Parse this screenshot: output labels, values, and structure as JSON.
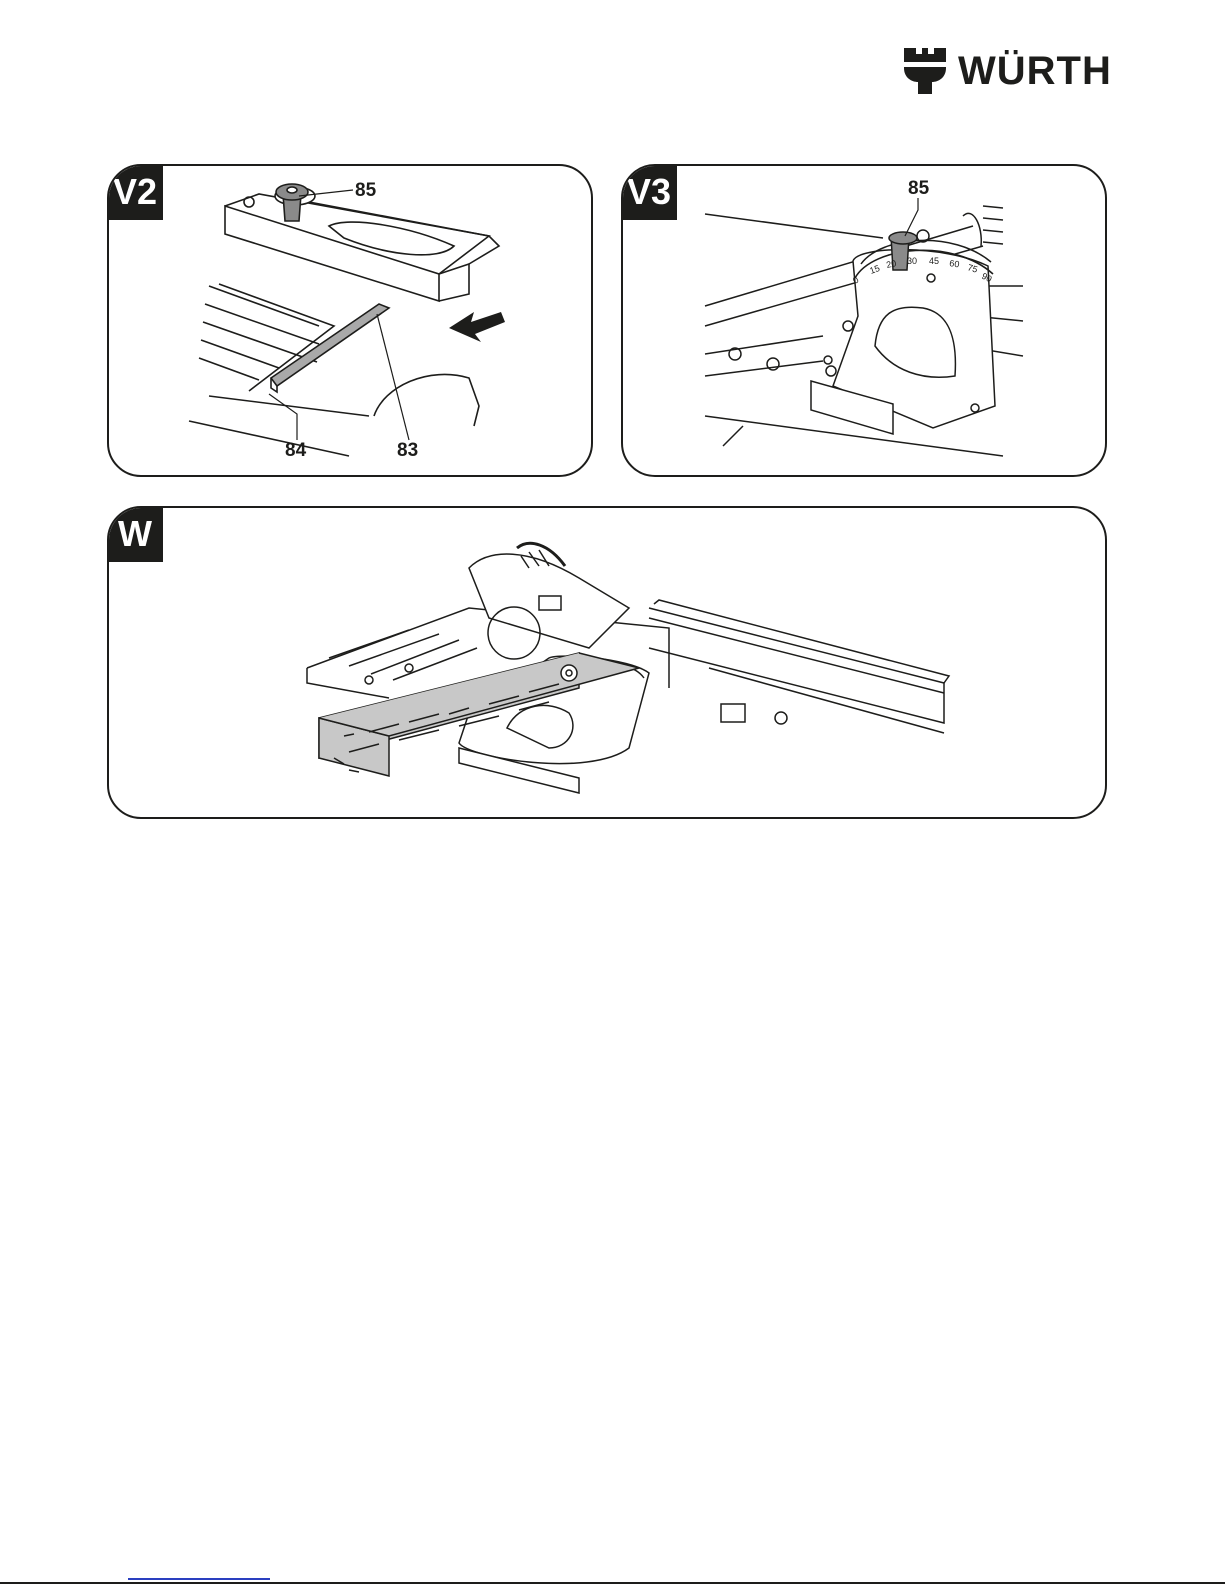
{
  "brand": {
    "name": "WÜRTH"
  },
  "panels": [
    {
      "id": "V2",
      "label": "V2",
      "callouts": [
        "85",
        "84",
        "83"
      ]
    },
    {
      "id": "V3",
      "label": "V3",
      "callouts": [
        "85"
      ],
      "scale_ticks": [
        "0",
        "15",
        "20",
        "30",
        "45",
        "60",
        "75",
        "90"
      ]
    },
    {
      "id": "W",
      "label": "W",
      "callouts": []
    }
  ],
  "colors": {
    "ink": "#1d1d1b",
    "link": "#2a3fc0",
    "wood": "#c8c8c8"
  },
  "icons": {
    "logo": "wurth-logo-icon",
    "arrow": "push-arrow-icon"
  }
}
